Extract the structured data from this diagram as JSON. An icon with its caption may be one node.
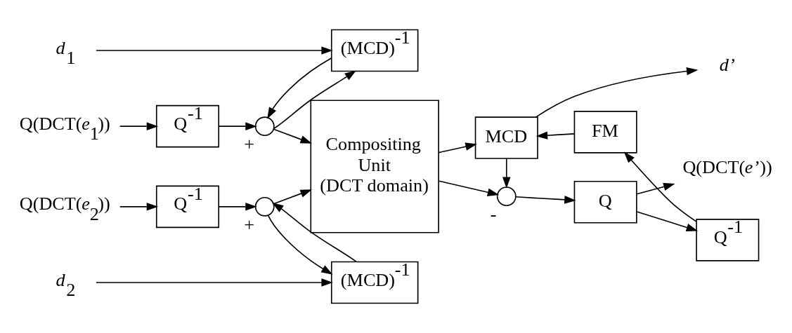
{
  "diagram": {
    "nodes": [
      {
        "text": [
          "Q(DCT(*e*$_{1}$))"
        ]
      },
      {
        "text": [
          "Q$^{-1}$"
        ]
      },
      {
        "text": [],
        "shape": "circle",
        "beside": [
          "+"
        ]
      },
      {
        "text": [
          "(MCD)$^{-1}$"
        ]
      },
      {
        "text": [
          "*d*$_{1}$"
        ]
      },
      {
        "text": [
          "Q(DCT(*e*$_{2}$))"
        ]
      },
      {
        "text": [
          "Q$^{-1}$"
        ]
      },
      {
        "text": [],
        "shape": "circle",
        "beside": [
          "+"
        ]
      },
      {
        "text": [
          "(MCD)$^{-1}$"
        ]
      },
      {
        "text": [
          "*d*$_{2}$"
        ]
      },
      {
        "text": [
          "Compositing Unit (DCT domain)"
        ]
      },
      {
        "text": [],
        "shape": "circle",
        "beside": [
          "-"
        ]
      },
      {
        "text": [
          "Q"
        ]
      },
      {
        "text": [
          "Q(DCT(*e’*))"
        ]
      },
      {
        "text": [
          "Q$^{-1}$"
        ]
      },
      {
        "text": [
          "FM"
        ]
      },
      {
        "text": [
          "MCD"
        ]
      },
      {
        "text": [
          "*d’*"
        ]
      }
    ],
    "edges": [
      {
        "from": 0,
        "to": 1,
        "arrow": "to"
      },
      {
        "from": 1,
        "to": 2,
        "arrow": "to"
      },
      {
        "from": 2,
        "to": 10,
        "arrow": "to"
      },
      {
        "from": 2,
        "to": 3,
        "arrow": "to"
      },
      {
        "from": 3,
        "to": 2,
        "arrow": "to"
      },
      {
        "from": 4,
        "to": 3,
        "arrow": "to"
      },
      {
        "from": 5,
        "to": 6,
        "arrow": "to"
      },
      {
        "from": 6,
        "to": 7,
        "arrow": "to"
      },
      {
        "from": 7,
        "to": 10,
        "arrow": "to"
      },
      {
        "from": 7,
        "to": 8,
        "arrow": "to"
      },
      {
        "from": 8,
        "to": 7,
        "arrow": "to"
      },
      {
        "from": 9,
        "to": 8,
        "arrow": "to"
      },
      {
        "from": 10,
        "to": 11,
        "arrow": "to"
      },
      {
        "from": 10,
        "to": 16,
        "arrow": "to"
      },
      {
        "from": 11,
        "to": 12,
        "arrow": "to"
      },
      {
        "from": 12,
        "to": 13,
        "arrow": "to"
      },
      {
        "from": 12,
        "to": 14,
        "arrow": "to"
      },
      {
        "from": 14,
        "to": 15,
        "arrow": "to"
      },
      {
        "from": 15,
        "to": 16,
        "arrow": "to"
      },
      {
        "from": 16,
        "to": 11,
        "arrow": "to"
      },
      {
        "from": 16,
        "to": 17,
        "arrow": "to"
      }
    ]
  }
}
